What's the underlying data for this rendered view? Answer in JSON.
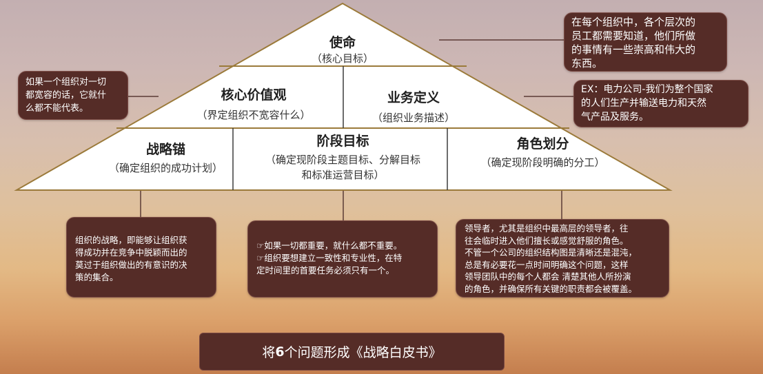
{
  "pyramid": {
    "mission": {
      "title": "使命",
      "sub": "（核心目标）"
    },
    "core_values": {
      "title": "核心价值观",
      "sub": "（界定组织不宽容什么）"
    },
    "business_def": {
      "title": "业务定义",
      "sub": "（组织业务描述）"
    },
    "strategy_anchor": {
      "title": "战略锚",
      "sub": "（确定组织的成功计划）"
    },
    "stage_goals": {
      "title": "阶段目标",
      "sub1": "（确定现阶段主题目标、分解目标",
      "sub2": "和标准运营目标）"
    },
    "role_division": {
      "title": "角色划分",
      "sub": "（确定现阶段明确的分工）"
    }
  },
  "callouts": {
    "mission_note": "在每个组织中，各个层次的\n员工都需要知道，他们所做\n的事情有一些崇高和伟大的\n东西。",
    "values_note": "如果一个组织对一切\n都宽容的话，它就什\n么都不能代表。",
    "business_note": "EX：电力公司-我们为整个国家\n的人们生产并输送电力和天然\n气产品及服务。",
    "strategy_note": "组织的战略，即能够让组织获\n得成功并在竞争中脱颖而出的\n莫过于组织做出的有意识的决\n策的集合。",
    "stage_note": "☞如果一切都重要，就什么都不重要。\n☞组织要想建立一致性和专业性，在特\n定时间里的首要任务必须只有一个。",
    "role_note": "领导者，尤其是组织中最高层的领导者，往\n往会临时进入他们擅长或感觉舒服的角色。\n不管一个公司的组织结构图是清晰还是混沌，\n总是有必要花一点时间明确这个问题，这样\n领导团队中的每个人都会 清楚其他人所扮演\n的角色，并确保所有关键的职责都会被覆盖。"
  },
  "footer": {
    "prefix": "将",
    "number": "6",
    "suffix": "个问题形成《战略白皮书》"
  },
  "colors": {
    "box_bg": "#552c27",
    "outline": "#9b7a3a",
    "triangle_fill": "#ffffff"
  }
}
